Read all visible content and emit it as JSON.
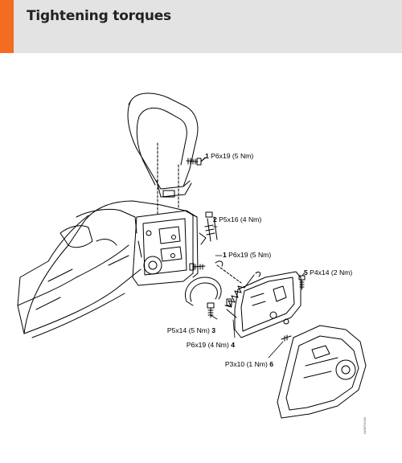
{
  "header": {
    "title": "Tightening torques",
    "accent_color": "#f26c22",
    "background_color": "#e3e3e3"
  },
  "callouts": [
    {
      "number": "1",
      "spec": "P6x19 (5 Nm)"
    },
    {
      "number": "2",
      "spec": "P5x16 (4 Nm)"
    },
    {
      "number": "1",
      "spec": "P6x19 (5 Nm)"
    },
    {
      "number": "5",
      "spec": "P4x14 (2 Nm)"
    },
    {
      "number": "3",
      "spec": "P5x14 (5 Nm)"
    },
    {
      "number": "4",
      "spec": "P6x19 (4 Nm)"
    },
    {
      "number": "6",
      "spec": "P3x10 (1 Nm)"
    }
  ],
  "figure_code": "0458TH150"
}
